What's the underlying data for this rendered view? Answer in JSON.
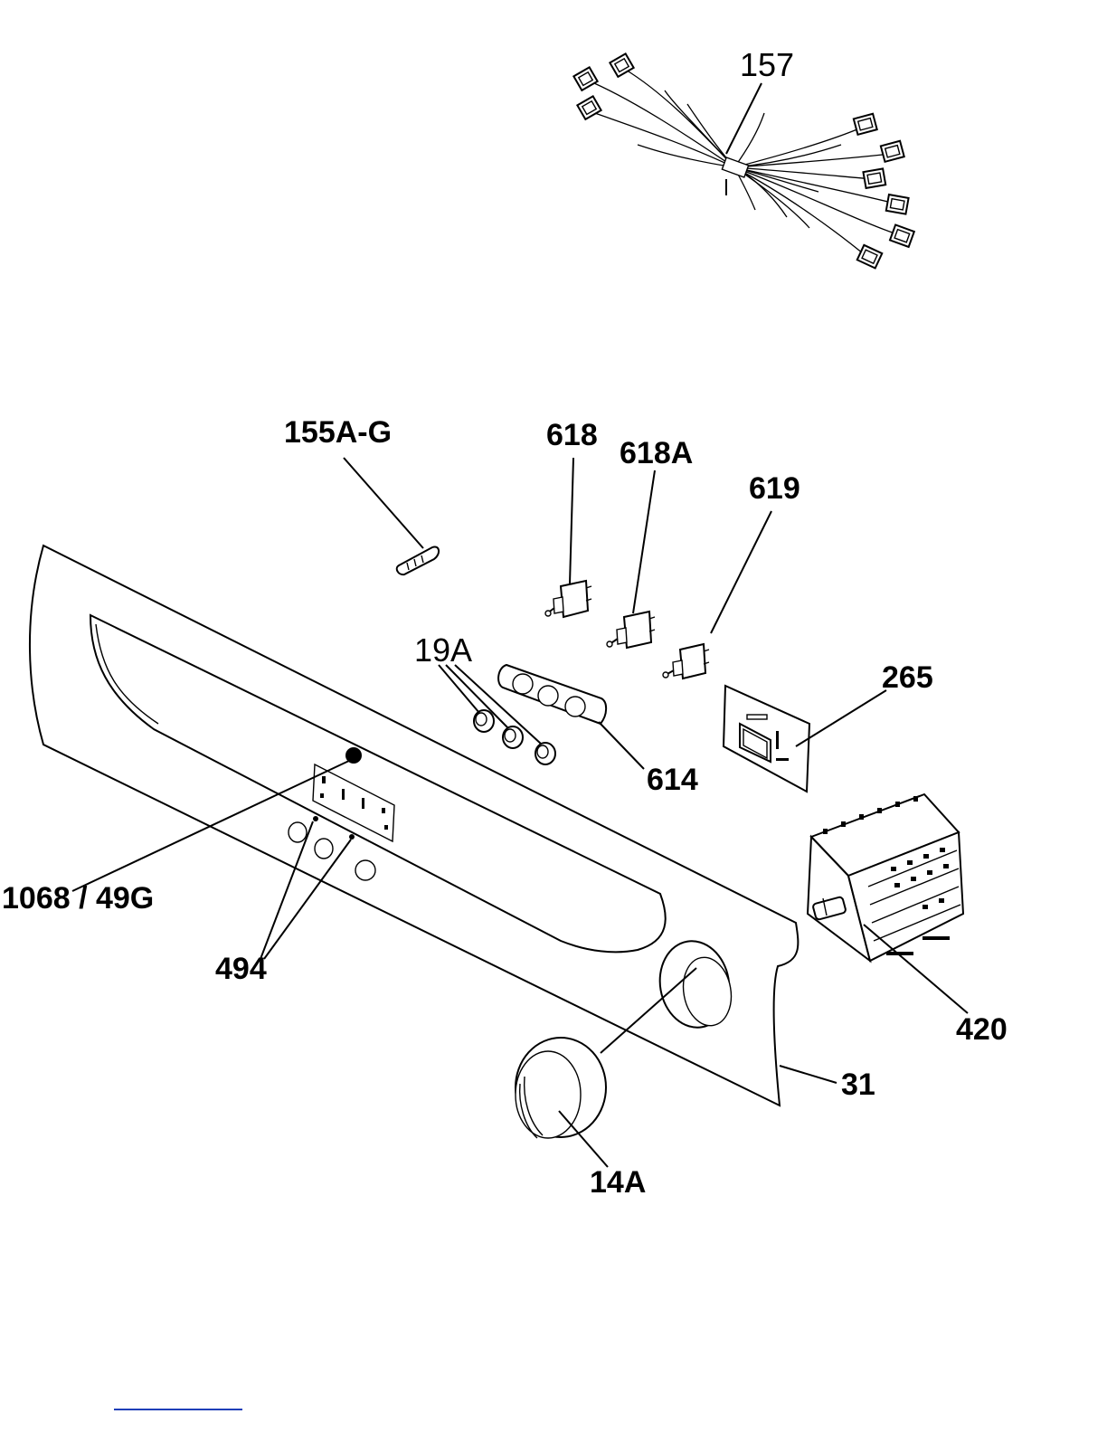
{
  "diagram": {
    "callouts": [
      {
        "id": "157",
        "text": "157"
      },
      {
        "id": "155A-G",
        "text": "155A-G"
      },
      {
        "id": "618",
        "text": "618"
      },
      {
        "id": "618A",
        "text": "618A"
      },
      {
        "id": "619",
        "text": "619"
      },
      {
        "id": "19A",
        "text": "19A"
      },
      {
        "id": "265",
        "text": "265"
      },
      {
        "id": "614",
        "text": "614"
      },
      {
        "id": "1068-49G",
        "text": "1068 / 49G"
      },
      {
        "id": "494",
        "text": "494"
      },
      {
        "id": "420",
        "text": "420"
      },
      {
        "id": "31",
        "text": "31"
      },
      {
        "id": "14A",
        "text": "14A"
      }
    ]
  },
  "colors": {
    "line": "#000000",
    "background": "#ffffff",
    "link_underline": "#1f3fb8"
  }
}
